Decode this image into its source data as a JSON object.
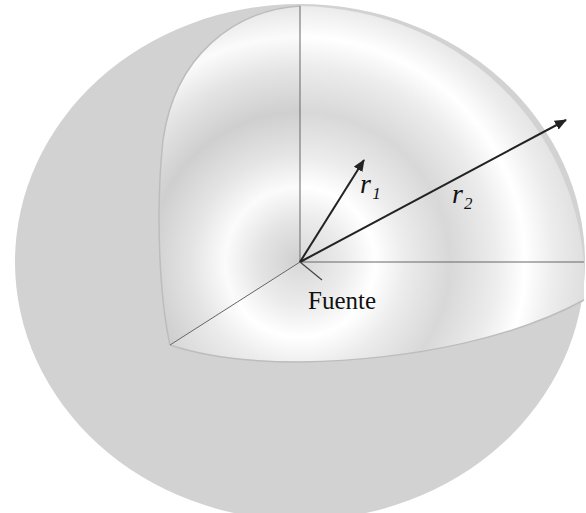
{
  "diagram": {
    "labels": [
      "r₁",
      "r₂",
      "Fuente"
    ]
  }
}
